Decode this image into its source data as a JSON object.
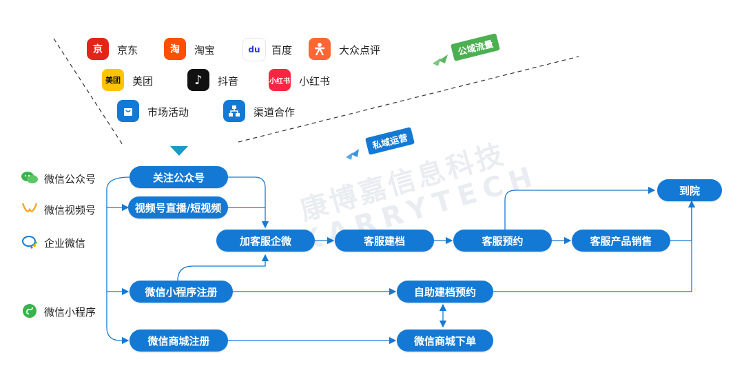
{
  "public_tag": "公域流量",
  "private_tag": "私域运营",
  "watermark": {
    "cn": "康博嘉信息科技",
    "en": "KARRYTECH"
  },
  "platforms": [
    {
      "label": "京东",
      "icon": "jd-icon",
      "color": "#e1251b"
    },
    {
      "label": "淘宝",
      "icon": "taobao-icon",
      "color": "#ff5000"
    },
    {
      "label": "百度",
      "icon": "baidu-icon",
      "color": "#2932e1"
    },
    {
      "label": "大众点评",
      "icon": "dianping-icon",
      "color": "#ff6633"
    },
    {
      "label": "美团",
      "icon": "meituan-icon",
      "color": "#ffc300"
    },
    {
      "label": "抖音",
      "icon": "douyin-icon",
      "color": "#111111"
    },
    {
      "label": "小红书",
      "icon": "xiaohongshu-icon",
      "color": "#ff2442"
    },
    {
      "label": "市场活动",
      "icon": "shopping-bag-icon",
      "color": "#1479d4"
    },
    {
      "label": "渠道合作",
      "icon": "org-chart-icon",
      "color": "#1479d4"
    }
  ],
  "platform_icon_text": {
    "jd": "京",
    "taobao": "淘",
    "baidu": "du",
    "meituan": "美团",
    "douyin": "♪",
    "xiaohongshu": "小红书"
  },
  "channels": [
    {
      "label": "微信公众号",
      "icon": "wechat-icon"
    },
    {
      "label": "微信视频号",
      "icon": "channels-icon"
    },
    {
      "label": "企业微信",
      "icon": "wecom-icon"
    },
    {
      "label": "微信小程序",
      "icon": "miniprogram-icon"
    }
  ],
  "nodes": {
    "follow": "关注公众号",
    "live": "视频号直播/短视频",
    "add_wecom": "加客服企微",
    "miniprogram": "微信小程序注册",
    "mall": "微信商城注册",
    "cs_profile": "客服建档",
    "cs_booking": "客服预约",
    "cs_sales": "客服产品销售",
    "arrive": "到院",
    "self_booking": "自助建档预约",
    "mall_order": "微信商城下单"
  },
  "colors": {
    "accent": "#1479d4",
    "tag_green": "#4caf50",
    "tag_blue": "#1479d4"
  }
}
